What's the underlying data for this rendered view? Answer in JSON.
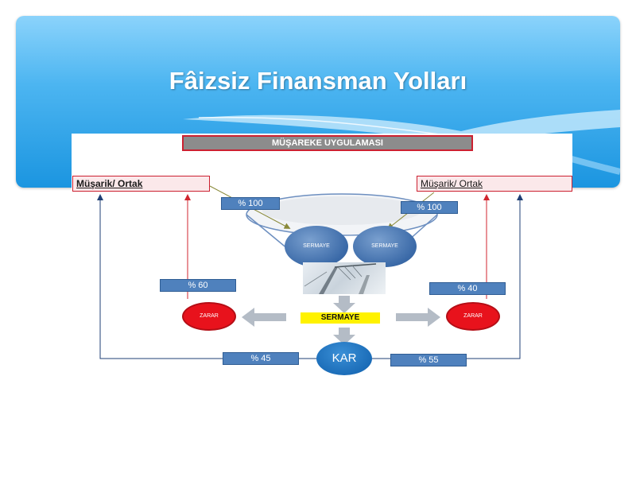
{
  "slide": {
    "title": "Fâizsiz Finansman Yolları"
  },
  "diagram": {
    "title": "MÜŞAREKE UYGULAMASI",
    "partner_left": "Müşarik/ Ortak",
    "partner_right": "Müşarik/  Ortak",
    "pct_top_left": "% 100",
    "pct_top_right": "% 100",
    "capital_left": "SERMAYE",
    "capital_right": "SERMAYE",
    "pct_loss_left": "% 60",
    "pct_loss_right": "% 40",
    "loss_left": "ZARAR",
    "loss_right": "ZARAR",
    "capital_center": "SERMAYE",
    "profit": "KAR",
    "pct_profit_left": "% 45",
    "pct_profit_right": "% 55"
  },
  "colors": {
    "banner": "#4cb5f1",
    "percent_box": "#4f81bd",
    "loss_circle": "#e8121c",
    "profit_circle": "#1768b4",
    "highlight": "#fff200"
  }
}
